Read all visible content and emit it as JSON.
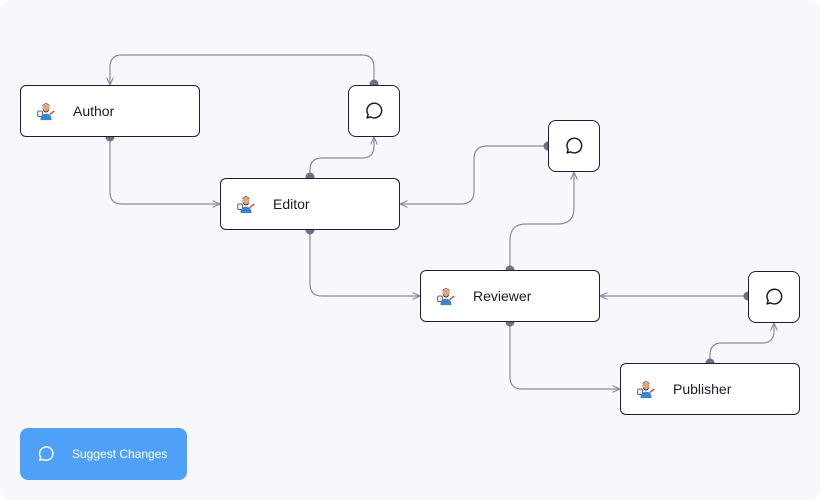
{
  "nodes": [
    {
      "id": "author",
      "label": "Author"
    },
    {
      "id": "editor",
      "label": "Editor"
    },
    {
      "id": "reviewer",
      "label": "Reviewer"
    },
    {
      "id": "publisher",
      "label": "Publisher"
    }
  ],
  "comment_nodes": [
    "chat-bubble-icon",
    "chat-bubble-icon",
    "chat-bubble-icon"
  ],
  "edges": [
    {
      "from": "author",
      "to": "editor"
    },
    {
      "from": "editor",
      "to": "reviewer"
    },
    {
      "from": "reviewer",
      "to": "publisher"
    },
    {
      "from": "comment-1",
      "to": "author"
    },
    {
      "from": "editor",
      "to": "comment-1"
    },
    {
      "from": "comment-2",
      "to": "editor"
    },
    {
      "from": "reviewer",
      "to": "comment-2"
    },
    {
      "from": "comment-3",
      "to": "reviewer"
    },
    {
      "from": "publisher",
      "to": "comment-3"
    }
  ],
  "action_button": {
    "label": "Suggest Changes",
    "icon": "chat-bubble-icon"
  },
  "colors": {
    "accent": "#4ea1f7",
    "edge": "#8a8aa6",
    "handle": "#6e6e87",
    "border": "#1f1f29"
  }
}
